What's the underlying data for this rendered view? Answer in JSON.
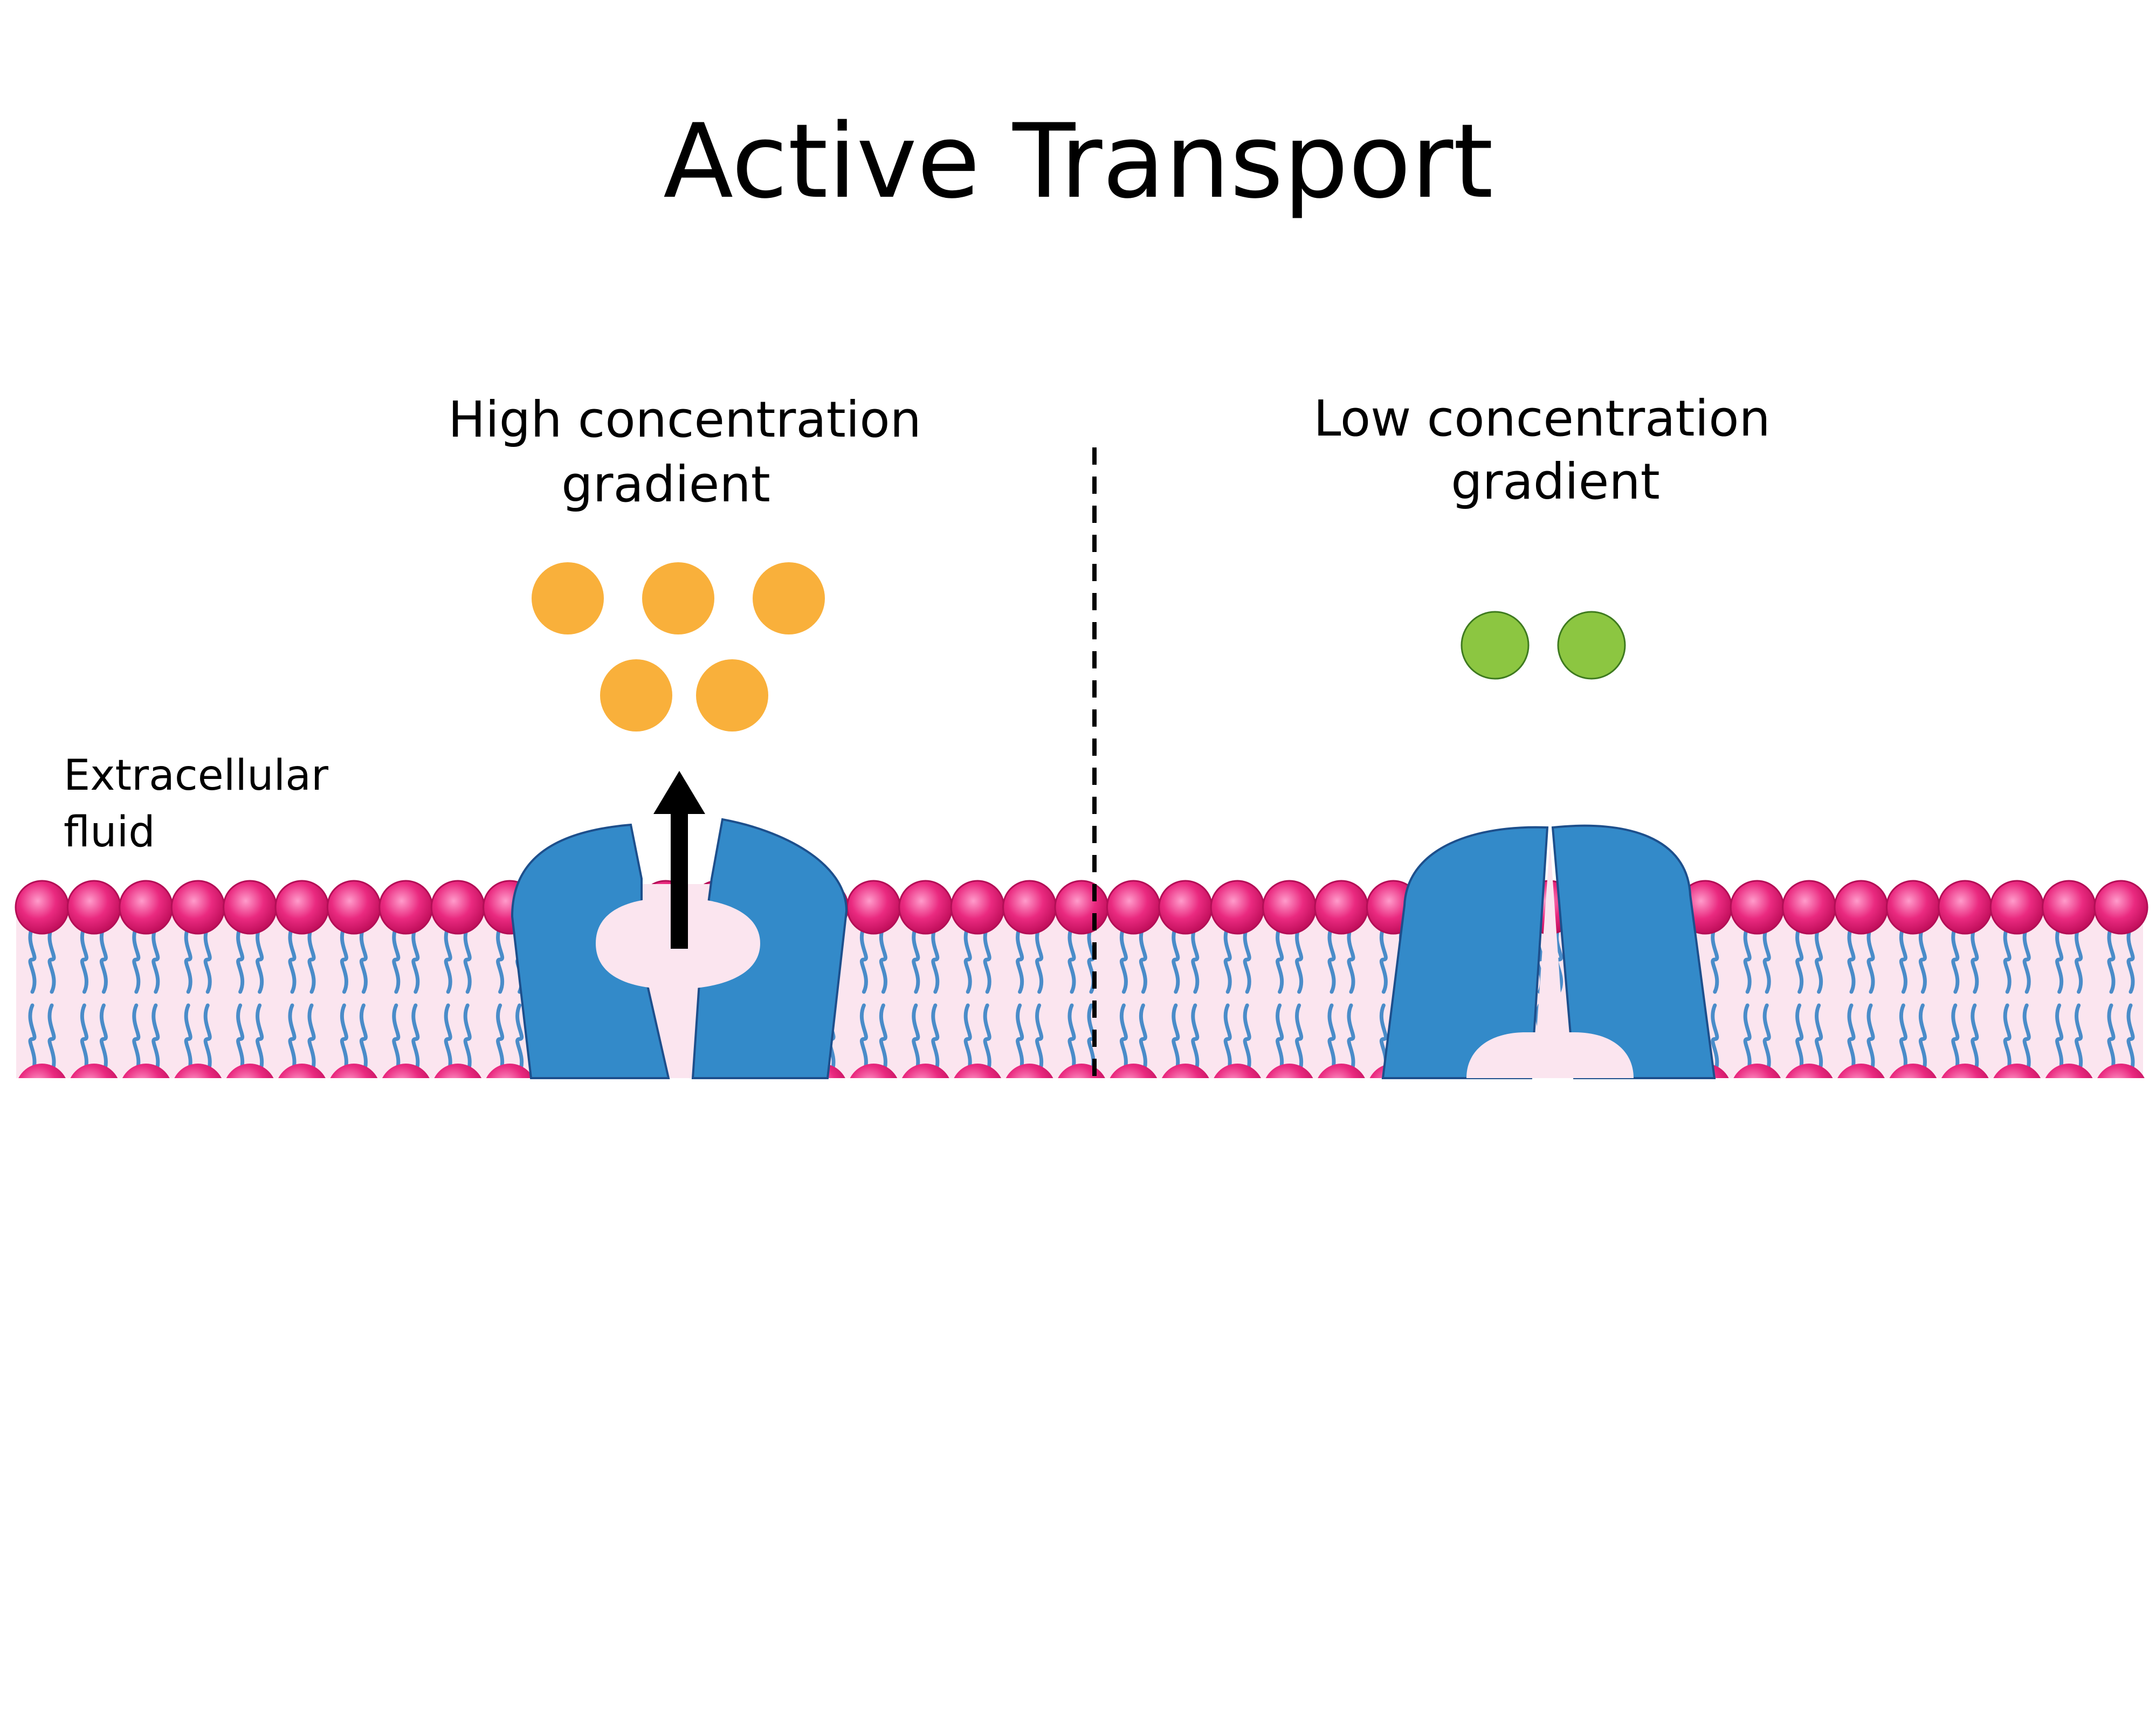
{
  "title": "Active Transport",
  "labels": {
    "high_line1": "High concentration",
    "high_line2": "gradient",
    "low_line1": "Low concentration",
    "low_line2": "gradient",
    "extracellular_line1": "Extracellular",
    "extracellular_line2": "fluid"
  },
  "icons": {
    "upward_arrow": "arrow-up-icon"
  },
  "colors": {
    "high_molecule": "#f9b03b",
    "low_molecule": "#8cc641",
    "low_molecule_stroke": "#3e7a1f",
    "protein": "#338ac9",
    "protein_stroke": "#1d4f8c",
    "channel": "#fbe5ef",
    "phospholipid_head": "#e3166f",
    "lipid_tail": "#4a8cc9",
    "membrane_core": "#fbe5ef",
    "divider": "#000000",
    "arrow": "#000000"
  }
}
